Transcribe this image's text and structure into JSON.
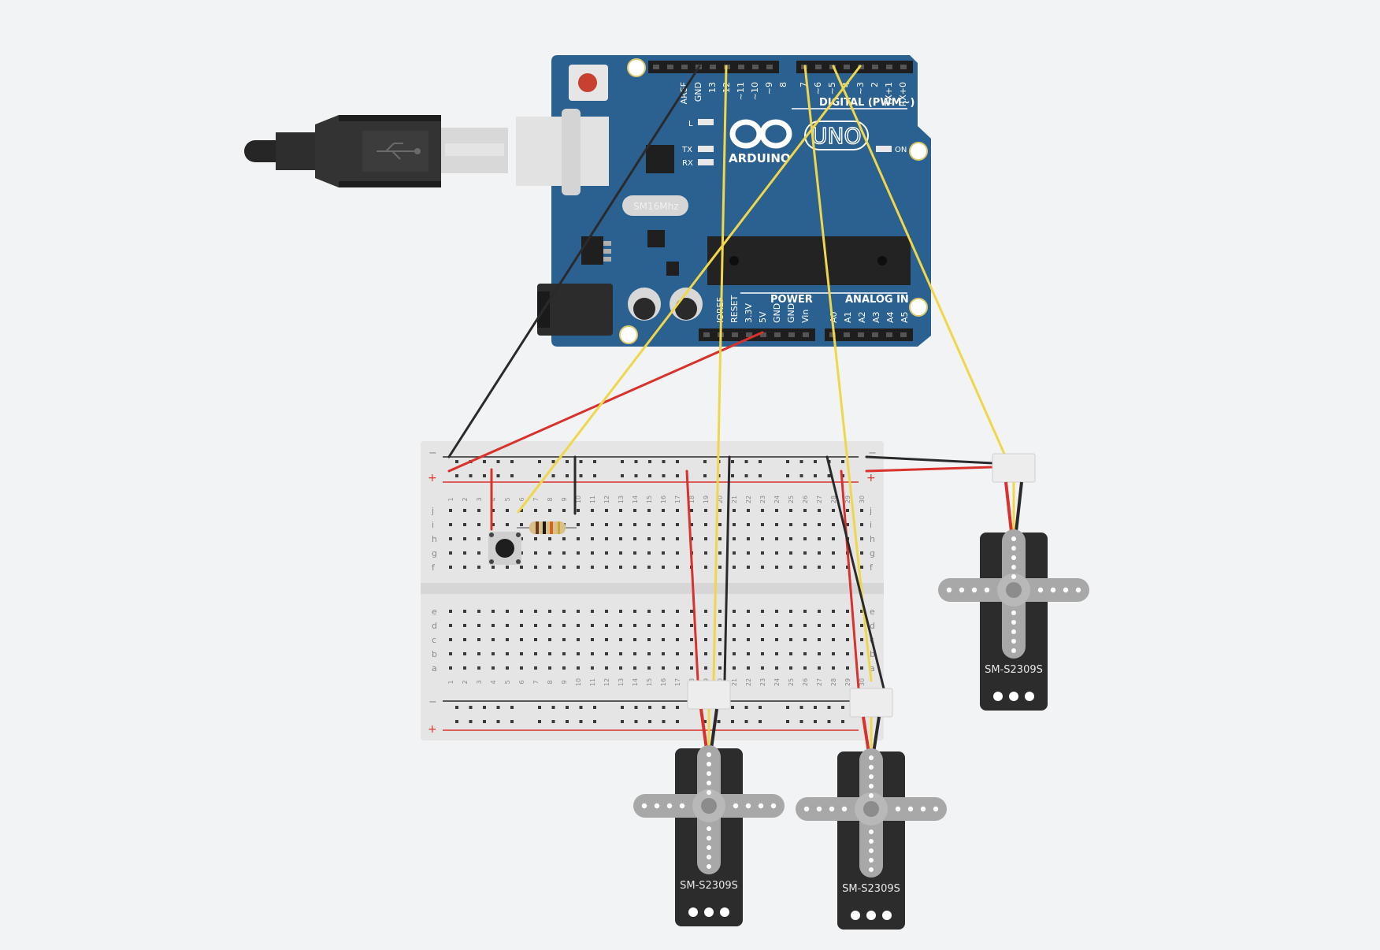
{
  "arduino": {
    "brand": "ARDUINO",
    "model": "UNO",
    "header_digital": "DIGITAL (PWM~)",
    "header_power": "POWER",
    "header_analog": "ANALOG IN",
    "led_l": "L",
    "led_tx": "TX",
    "led_rx": "RX",
    "led_on": "ON",
    "crystal": "SM16Mhz",
    "top_pins_left": [
      "AREF",
      "GND",
      "13",
      "12",
      "~11",
      "~10",
      "~9",
      "8"
    ],
    "top_pins_right": [
      "7",
      "~6",
      "~5",
      "4",
      "~3",
      "2",
      "TX+1",
      "RX+0"
    ],
    "power_pins": [
      "IOREF",
      "RESET",
      "3.3V",
      "5V",
      "GND",
      "GND",
      "Vin"
    ],
    "analog_pins": [
      "A0",
      "A1",
      "A2",
      "A3",
      "A4",
      "A5"
    ]
  },
  "breadboard": {
    "rail_minus": "−",
    "rail_plus": "+",
    "rows_upper": [
      "j",
      "i",
      "h",
      "g",
      "f"
    ],
    "rows_lower": [
      "e",
      "d",
      "c",
      "b",
      "a"
    ],
    "column_count": 30
  },
  "servos": [
    {
      "model": "SM-S2309S"
    },
    {
      "model": "SM-S2309S"
    },
    {
      "model": "SM-S2309S"
    }
  ],
  "colors": {
    "board_blue": "#2b6190",
    "wire_red": "#d9312c",
    "wire_black": "#2a2a2a",
    "wire_yellow": "#f0d64a",
    "servo_body": "#2c2c2c",
    "servo_horn": "#a8a8a8",
    "background": "#f2f3f4"
  }
}
